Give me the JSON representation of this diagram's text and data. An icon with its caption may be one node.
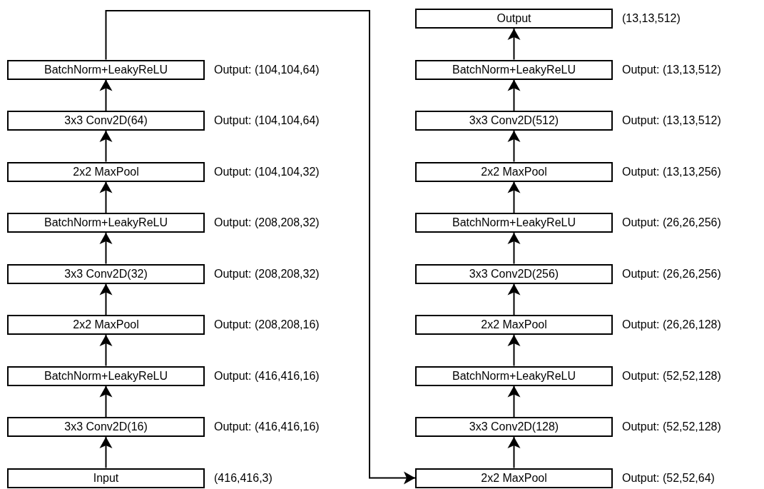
{
  "diagram": {
    "nodes": [
      {
        "text": [
          "BatchNorm+LeakyReLU"
        ],
        "beside": [
          "Output: (104,104,64)"
        ]
      },
      {
        "text": [
          "3x3 Conv2D(64)"
        ],
        "beside": [
          "Output: (104,104,64)"
        ]
      },
      {
        "text": [
          "2x2 MaxPool"
        ],
        "beside": [
          "Output: (104,104,32)"
        ]
      },
      {
        "text": [
          "BatchNorm+LeakyReLU"
        ],
        "beside": [
          "Output: (208,208,32)"
        ]
      },
      {
        "text": [
          "3x3 Conv2D(32)"
        ],
        "beside": [
          "Output: (208,208,32)"
        ]
      },
      {
        "text": [
          "2x2 MaxPool"
        ],
        "beside": [
          "Output: (208,208,16)"
        ]
      },
      {
        "text": [
          "BatchNorm+LeakyReLU"
        ],
        "beside": [
          "Output: (416,416,16)"
        ]
      },
      {
        "text": [
          "3x3 Conv2D(16)"
        ],
        "beside": [
          "Output: (416,416,16)"
        ]
      },
      {
        "text": [
          "Input"
        ],
        "beside": [
          "(416,416,3)"
        ]
      },
      {
        "text": [
          "Output"
        ],
        "beside": [
          "(13,13,512)"
        ]
      },
      {
        "text": [
          "BatchNorm+LeakyReLU"
        ],
        "beside": [
          "Output: (13,13,512)"
        ]
      },
      {
        "text": [
          "3x3 Conv2D(512)"
        ],
        "beside": [
          "Output: (13,13,512)"
        ]
      },
      {
        "text": [
          "2x2 MaxPool"
        ],
        "beside": [
          "Output: (13,13,256)"
        ]
      },
      {
        "text": [
          "BatchNorm+LeakyReLU"
        ],
        "beside": [
          "Output: (26,26,256)"
        ]
      },
      {
        "text": [
          "3x3 Conv2D(256)"
        ],
        "beside": [
          "Output: (26,26,256)"
        ]
      },
      {
        "text": [
          "2x2 MaxPool"
        ],
        "beside": [
          "Output: (26,26,128)"
        ]
      },
      {
        "text": [
          "BatchNorm+LeakyReLU"
        ],
        "beside": [
          "Output: (52,52,128)"
        ]
      },
      {
        "text": [
          "3x3 Conv2D(128)"
        ],
        "beside": [
          "Output: (52,52,128)"
        ]
      },
      {
        "text": [
          "2x2 MaxPool"
        ],
        "beside": [
          "Output: (52,52,64)"
        ]
      }
    ],
    "edges": [
      {
        "from": 8,
        "to": 7,
        "arrow": "to"
      },
      {
        "from": 7,
        "to": 6,
        "arrow": "to"
      },
      {
        "from": 6,
        "to": 5,
        "arrow": "to"
      },
      {
        "from": 5,
        "to": 4,
        "arrow": "to"
      },
      {
        "from": 4,
        "to": 3,
        "arrow": "to"
      },
      {
        "from": 3,
        "to": 2,
        "arrow": "to"
      },
      {
        "from": 2,
        "to": 1,
        "arrow": "to"
      },
      {
        "from": 1,
        "to": 0,
        "arrow": "to"
      },
      {
        "from": 0,
        "to": 18,
        "arrow": "to"
      },
      {
        "from": 18,
        "to": 17,
        "arrow": "to"
      },
      {
        "from": 17,
        "to": 16,
        "arrow": "to"
      },
      {
        "from": 16,
        "to": 15,
        "arrow": "to"
      },
      {
        "from": 15,
        "to": 14,
        "arrow": "to"
      },
      {
        "from": 14,
        "to": 13,
        "arrow": "to"
      },
      {
        "from": 13,
        "to": 12,
        "arrow": "to"
      },
      {
        "from": 12,
        "to": 11,
        "arrow": "to"
      },
      {
        "from": 11,
        "to": 10,
        "arrow": "to"
      },
      {
        "from": 10,
        "to": 9,
        "arrow": "to"
      }
    ]
  }
}
